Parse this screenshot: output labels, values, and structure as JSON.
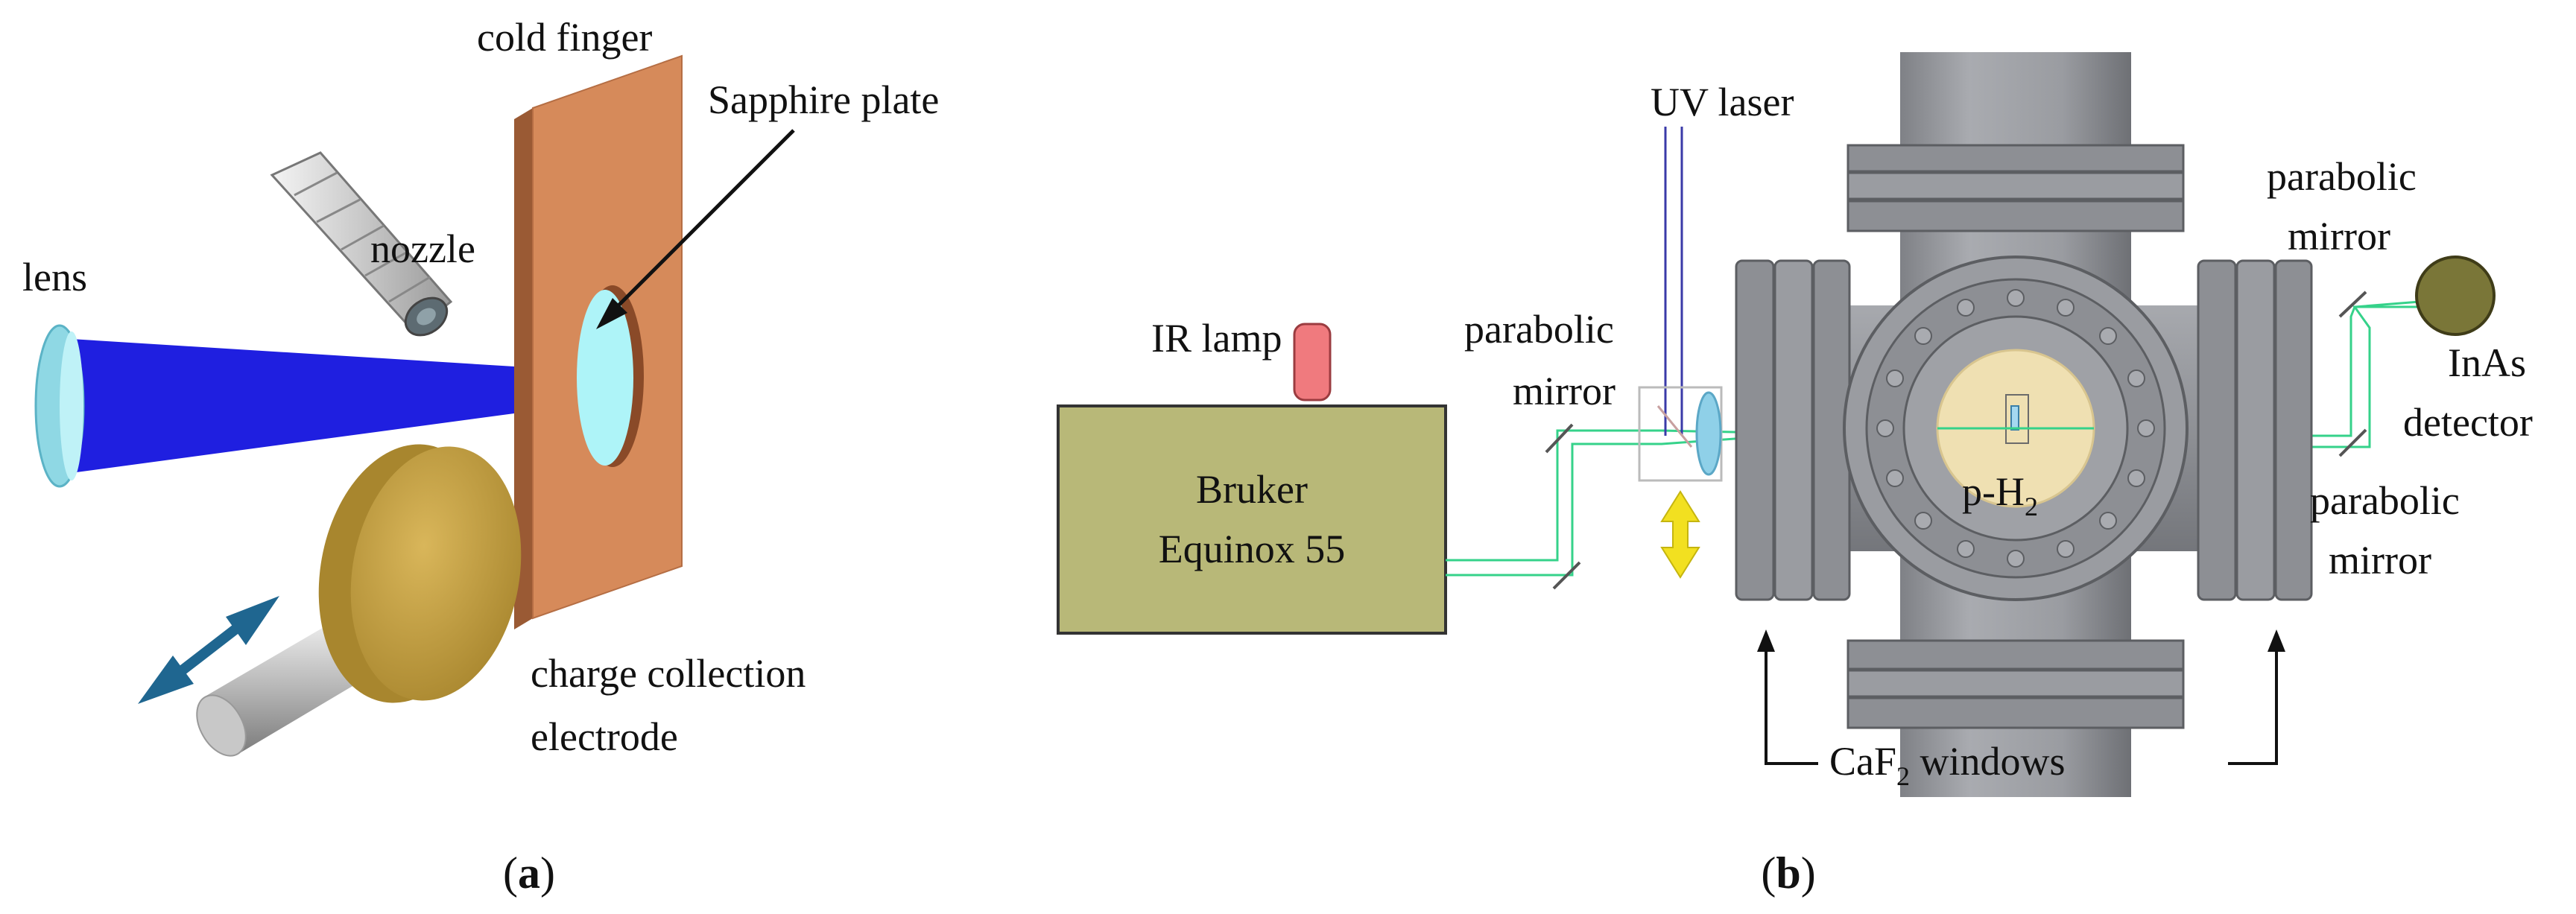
{
  "panel_a": {
    "labels": {
      "lens": "lens",
      "nozzle": "nozzle",
      "cold_finger": "cold finger",
      "sapphire_plate": "Sapphire plate",
      "electrode_line1": "charge collection",
      "electrode_line2": "electrode"
    },
    "caption": {
      "open": "(",
      "letter": "a",
      "close": ")"
    }
  },
  "panel_b": {
    "labels": {
      "ir_lamp": "IR lamp",
      "spectrometer_line1": "Bruker",
      "spectrometer_line2": "Equinox 55",
      "uv_laser": "UV laser",
      "parabolic_mirror_left_1": "parabolic",
      "parabolic_mirror_left_2": "mirror",
      "parabolic_mirror_top_1": "parabolic",
      "parabolic_mirror_top_2": "mirror",
      "parabolic_mirror_bottom_1": "parabolic",
      "parabolic_mirror_bottom_2": "mirror",
      "detector_line1": "InAs",
      "detector_line2": "detector",
      "sample_main": "p-H",
      "sample_sub": "2",
      "windows_pre": "CaF",
      "windows_sub": "2",
      "windows_post": " windows"
    },
    "caption": {
      "open": "(",
      "letter": "b",
      "close": ")"
    }
  },
  "colors": {
    "beam_blue": "#1f1fe0",
    "lens_cyan": "#9fe8f0",
    "copper": "#d68a5a",
    "sapphire": "#aef4f8",
    "gold": "#c9a64a",
    "arrow_teal": "#1f6690",
    "spectrometer": "#b8b878",
    "ir_lamp": "#f07a7e",
    "ir_beam": "#35d28a",
    "uv_beam": "#3a3aa8",
    "chamber_gray": "#8d8f94",
    "sample_area": "#efe0b2",
    "motion_arrow": "#f2e020",
    "detector": "#7a7638"
  }
}
